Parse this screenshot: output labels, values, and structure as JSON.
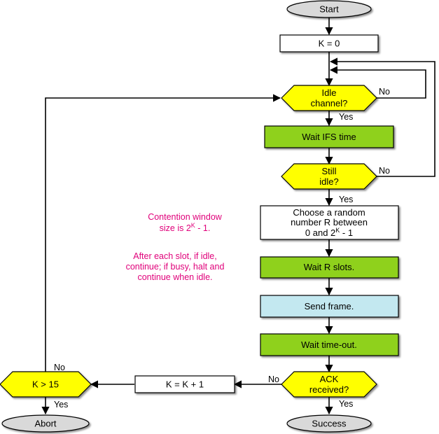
{
  "colors": {
    "terminal_fill": "#d9d9d9",
    "decision_fill": "#ffff00",
    "action_fill": "#8fd11f",
    "send_fill": "#c3e8f0",
    "process_fill": "#ffffff",
    "note_color": "#e0007a",
    "line_color": "#000000"
  },
  "nodes": {
    "start": "Start",
    "k_zero": "K = 0",
    "idle_channel": [
      "Idle",
      "channel?"
    ],
    "wait_ifs": "Wait IFS time",
    "still_idle": [
      "Still",
      "idle?"
    ],
    "choose_random": {
      "line1": "Choose a random",
      "line2": "number R between",
      "line3_pre": "0 and 2",
      "line3_sup": "K",
      "line3_post": " - 1"
    },
    "wait_r": "Wait R slots.",
    "send_frame": "Send frame.",
    "wait_timeout": "Wait time-out.",
    "ack_received": [
      "ACK",
      "received?"
    ],
    "k_increment": "K = K + 1",
    "k_check": "K > 15",
    "abort": "Abort",
    "success": "Success"
  },
  "edge_labels": {
    "idle_no": "No",
    "idle_yes": "Yes",
    "still_no": "No",
    "still_yes": "Yes",
    "ack_no": "No",
    "ack_yes": "Yes",
    "k_no": "No",
    "k_yes": "Yes"
  },
  "notes": {
    "contention": {
      "line1": "Contention window",
      "line2_pre": "size is 2",
      "line2_sup": "K",
      "line2_post": " - 1."
    },
    "after_slot": [
      "After each slot, if idle,",
      "continue; if busy, halt and",
      "continue when idle."
    ]
  }
}
